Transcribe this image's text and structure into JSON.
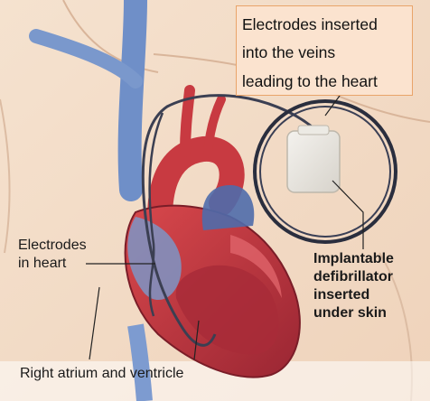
{
  "callout": {
    "lines": [
      "Electrodes inserted",
      "into the veins",
      "leading to the heart"
    ]
  },
  "labels": {
    "electrodes_in_heart": [
      "Electrodes",
      "in heart"
    ],
    "implantable_defibrillator": [
      "Implantable",
      "defibrillator",
      "inserted",
      "under skin"
    ],
    "right_atrium_ventricle": "Right atrium and ventricle"
  },
  "colors": {
    "skin": "#f3dcc6",
    "heart_red": "#c4383f",
    "heart_dark": "#8e2230",
    "vein_blue": "#5a79b8",
    "device": "#e6e3dc",
    "callout_fill": "#fbe3cf",
    "callout_border": "#e9a46a"
  }
}
